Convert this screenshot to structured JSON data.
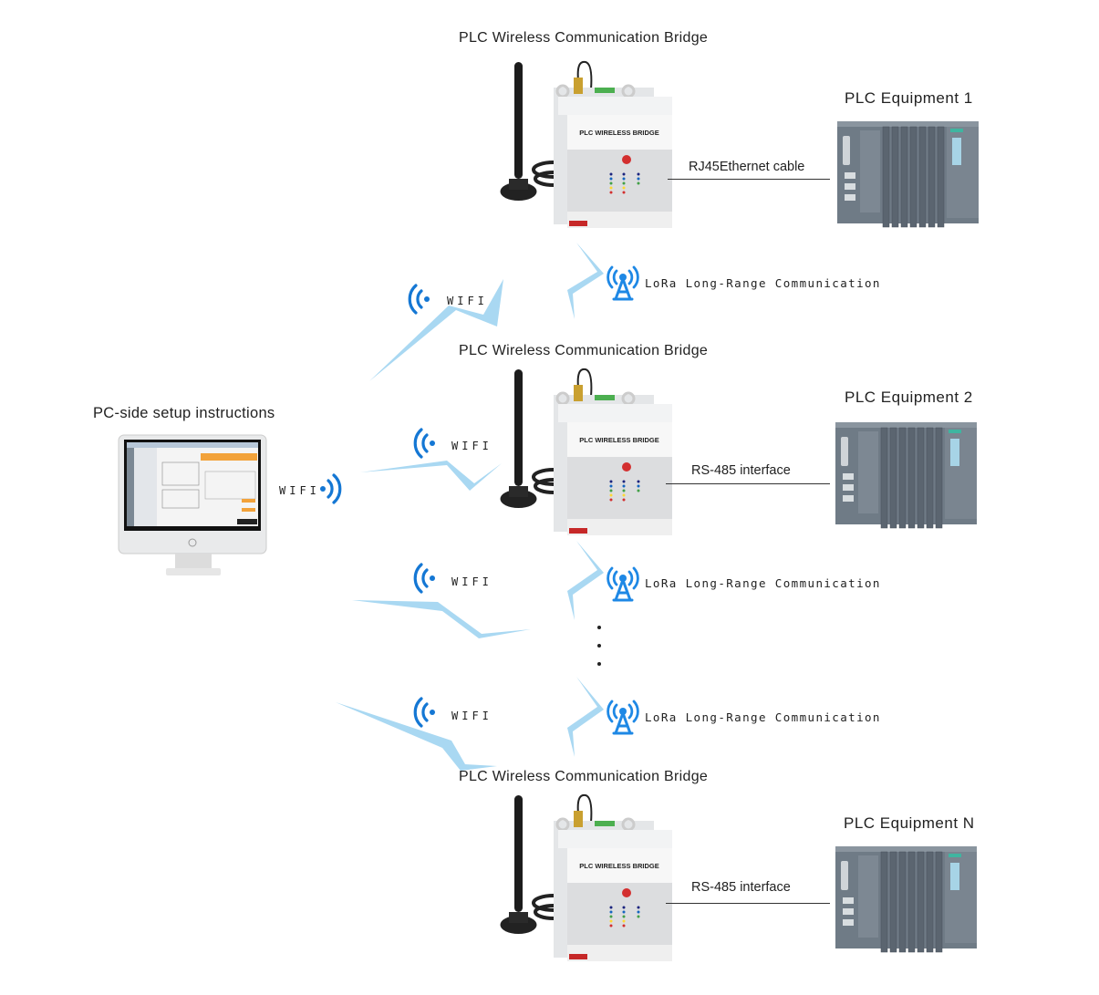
{
  "diagram": {
    "pc": {
      "title": "PC-side setup instructions",
      "wifi_label": "WIFI"
    },
    "bridges": [
      {
        "title": "PLC Wireless Communication Bridge",
        "device_label": "PLC WIRELESS BRIDGE",
        "connection_label": "RJ45Ethernet cable",
        "equipment_title": "PLC Equipment 1"
      },
      {
        "title": "PLC Wireless Communication Bridge",
        "device_label": "PLC WIRELESS BRIDGE",
        "connection_label": "RS-485 interface",
        "equipment_title": "PLC Equipment 2"
      },
      {
        "title": "PLC Wireless Communication Bridge",
        "device_label": "PLC WIRELESS BRIDGE",
        "connection_label": "RS-485 interface",
        "equipment_title": "PLC Equipment N"
      }
    ],
    "wifi_links": [
      {
        "label": "WIFI"
      },
      {
        "label": "WIFI"
      },
      {
        "label": "WIFI"
      },
      {
        "label": "WIFI"
      }
    ],
    "lora_links": [
      {
        "label": "LoRa Long-Range Communication"
      },
      {
        "label": "LoRa Long-Range Communication"
      },
      {
        "label": "LoRa Long-Range Communication"
      }
    ],
    "colors": {
      "signal_blue": "#1477d4",
      "bolt_blue": "#a9d8f2",
      "line": "#333333"
    }
  }
}
